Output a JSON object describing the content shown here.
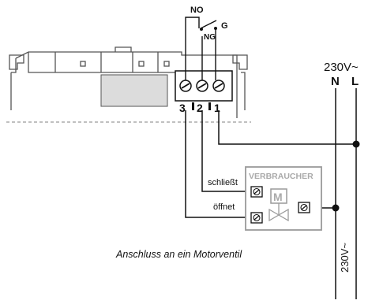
{
  "relay": {
    "no_label": "NO",
    "ng_label": "NG",
    "g_label": "G"
  },
  "terminals": {
    "t3": "3",
    "t2": "2",
    "t1": "1"
  },
  "supply": {
    "voltage": "230V~",
    "n_label": "N",
    "l_label": "L",
    "vertical_voltage": "230V~"
  },
  "consumer": {
    "title": "VERBRAUCHER",
    "motor_letter": "M",
    "close_label": "schließt",
    "open_label": "öffnet"
  },
  "caption": "Anschluss an ein Motorventil",
  "colors": {
    "line": "#111111",
    "device_outline": "#555555",
    "device_fill": "#dcdcdc",
    "consumer_outline": "#9a9a9a",
    "consumer_text": "#aaaaaa",
    "dashed_line": "#9a9a9a"
  }
}
